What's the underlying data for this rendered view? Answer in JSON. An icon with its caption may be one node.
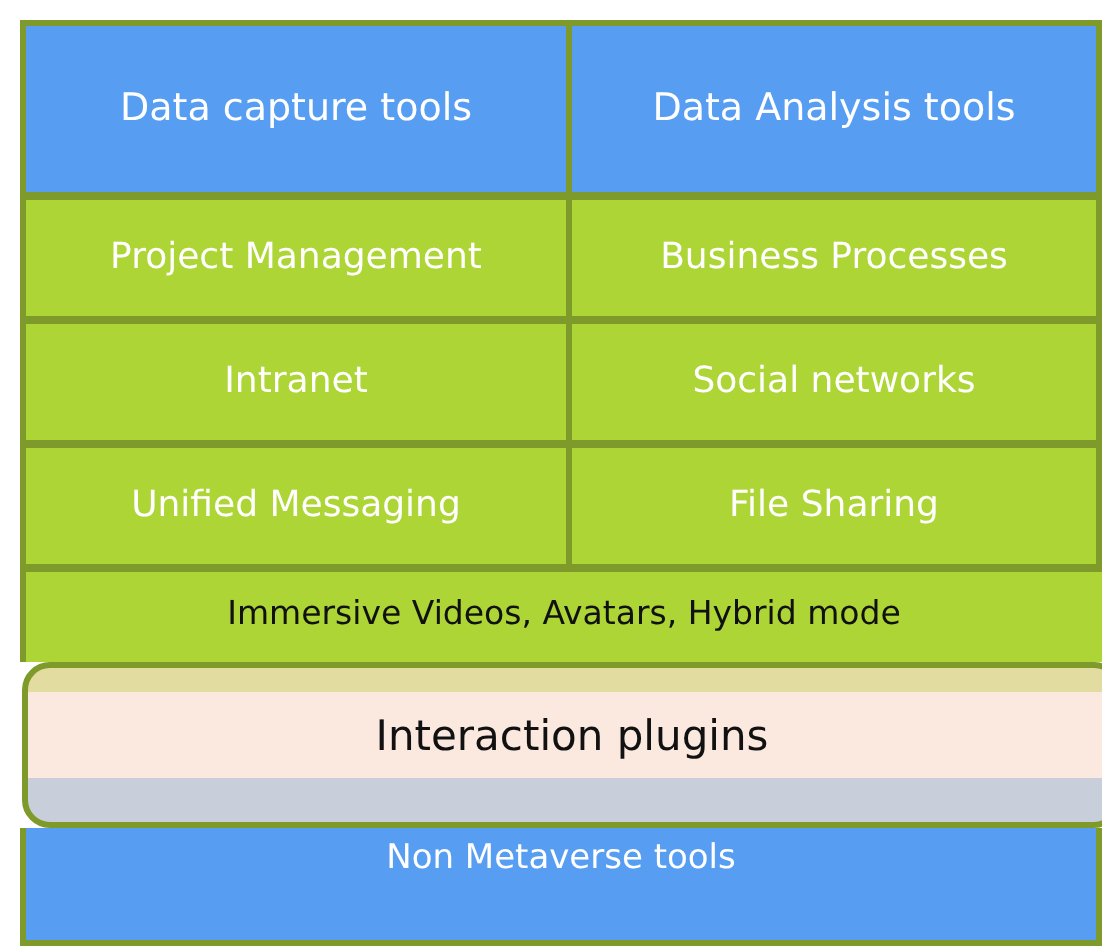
{
  "diagram": {
    "nodes": [
      {
        "text": [
          "Data capture tools"
        ]
      },
      {
        "text": [
          "Data Analysis tools"
        ]
      },
      {
        "text": [
          "Project Management"
        ]
      },
      {
        "text": [
          "Business Processes"
        ]
      },
      {
        "text": [
          "Intranet"
        ]
      },
      {
        "text": [
          "Social networks"
        ]
      },
      {
        "text": [
          "Unified Messaging"
        ]
      },
      {
        "text": [
          "File Sharing"
        ]
      },
      {
        "text": [
          "Immersive Videos, Avatars, Hybrid mode"
        ]
      },
      {
        "text": [
          "Interaction plugins"
        ]
      },
      {
        "text": [
          "Non Metaverse tools"
        ]
      }
    ]
  }
}
